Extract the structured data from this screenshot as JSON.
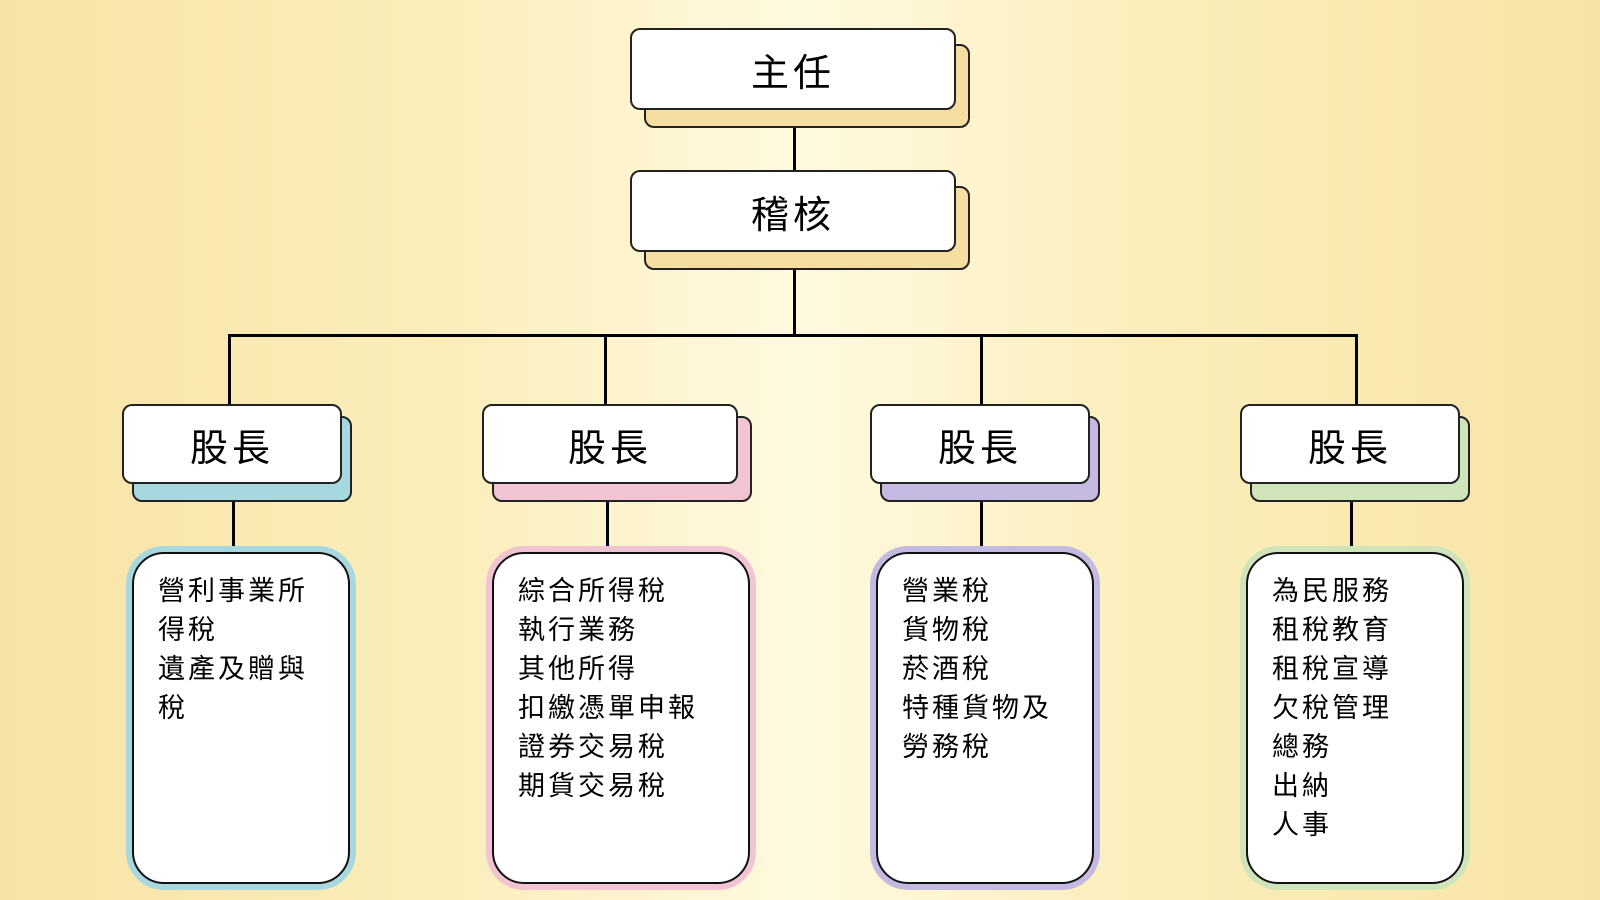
{
  "director": {
    "label": "主任"
  },
  "audit": {
    "label": "稽核"
  },
  "sections": [
    {
      "header": "股長",
      "accent": "#a8d8df",
      "items": [
        "營利事業所得稅",
        "遺產及贈與稅"
      ]
    },
    {
      "header": "股長",
      "accent": "#f2c4d3",
      "items": [
        "綜合所得稅",
        "執行業務",
        "其他所得",
        "扣繳憑單申報",
        "證券交易稅",
        "期貨交易稅"
      ]
    },
    {
      "header": "股長",
      "accent": "#c4b9e0",
      "items": [
        "營業稅",
        "貨物稅",
        "菸酒稅",
        "特種貨物及勞務稅"
      ]
    },
    {
      "header": "股長",
      "accent": "#cfe5b9",
      "items": [
        "為民服務",
        "租稅教育",
        "租稅宣導",
        "欠稅管理",
        "總務",
        "出納",
        "人事"
      ]
    }
  ],
  "top_accent": "#f6dea0"
}
